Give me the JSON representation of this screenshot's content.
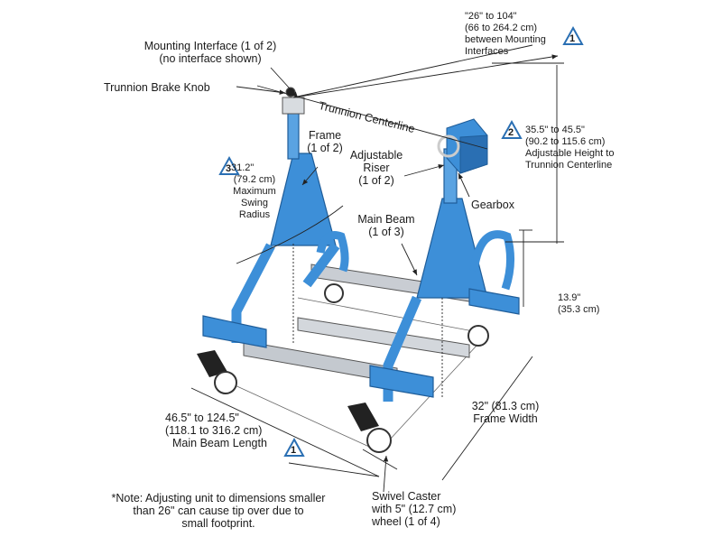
{
  "labels": {
    "mounting_interface": [
      "Mounting Interface (1 of 2)",
      "(no interface shown)"
    ],
    "trunnion_brake_knob": "Trunnion Brake Knob",
    "trunnion_centerline": "Trunnion Centerline",
    "mounting_span": [
      "\"26\" to 104\"",
      "(66 to 264.2 cm)",
      "between Mounting",
      "Interfaces"
    ],
    "frame": [
      "Frame",
      "(1 of 2)"
    ],
    "adjustable_riser": [
      "Adjustable",
      "Riser",
      "(1 of 2)"
    ],
    "height": [
      "35.5\" to 45.5\"",
      "(90.2 to 115.6 cm)",
      "Adjustable Height to",
      "Trunnion Centerline"
    ],
    "swing_radius": [
      "31.2\"",
      "(79.2 cm)",
      "Maximum",
      "Swing",
      "Radius"
    ],
    "gearbox": "Gearbox",
    "main_beam": [
      "Main Beam",
      "(1 of 3)"
    ],
    "riser_height": [
      "13.9\"",
      "(35.3 cm)"
    ],
    "frame_width": [
      "32\" (81.3 cm)",
      "Frame Width"
    ],
    "main_beam_length": [
      "46.5\" to 124.5\"",
      "(118.1 to 316.2 cm)",
      "Main Beam Length"
    ],
    "caster": [
      "Swivel Caster",
      "with 5\" (12.7 cm)",
      "wheel (1 of 4)"
    ],
    "note": [
      "*Note: Adjusting unit to dimensions smaller",
      "than 26\" can cause tip over due to",
      "small footprint."
    ]
  },
  "badges": {
    "span": "1",
    "height": "2",
    "swing": "3",
    "length": "1"
  },
  "colors": {
    "frame_blue": "#3d8fd8",
    "frame_dark": "#2a6fb3",
    "beam_grey": "#c9cdd3",
    "line": "#222222",
    "badge": "#2a6fb3"
  }
}
